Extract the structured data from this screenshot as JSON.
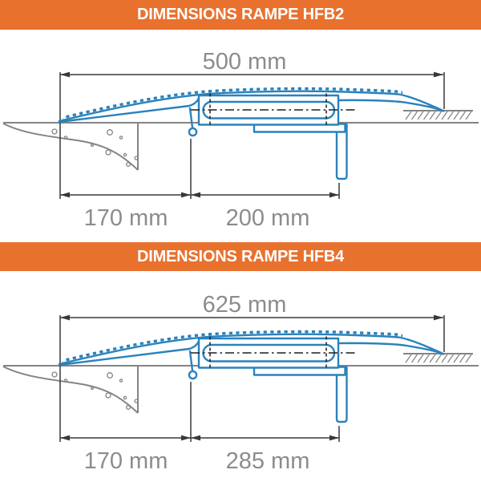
{
  "colors": {
    "banner_orange": "#e8712e",
    "ramp_blue": "#2a82bc",
    "dimension_line": "#383838",
    "dimension_label_gray": "#8c8c8c",
    "structure_gray": "#848484"
  },
  "diagrams": [
    {
      "id": "hfb2",
      "banner": "DIMENSIONS RAMPE HFB2",
      "dimensions": {
        "overall": "500 mm",
        "rear_support": "170 mm",
        "undercarriage": "200 mm"
      }
    },
    {
      "id": "hfb4",
      "banner": "DIMENSIONS RAMPE HFB4",
      "dimensions": {
        "overall": "625 mm",
        "rear_support": "170 mm",
        "undercarriage": "285 mm"
      }
    }
  ]
}
